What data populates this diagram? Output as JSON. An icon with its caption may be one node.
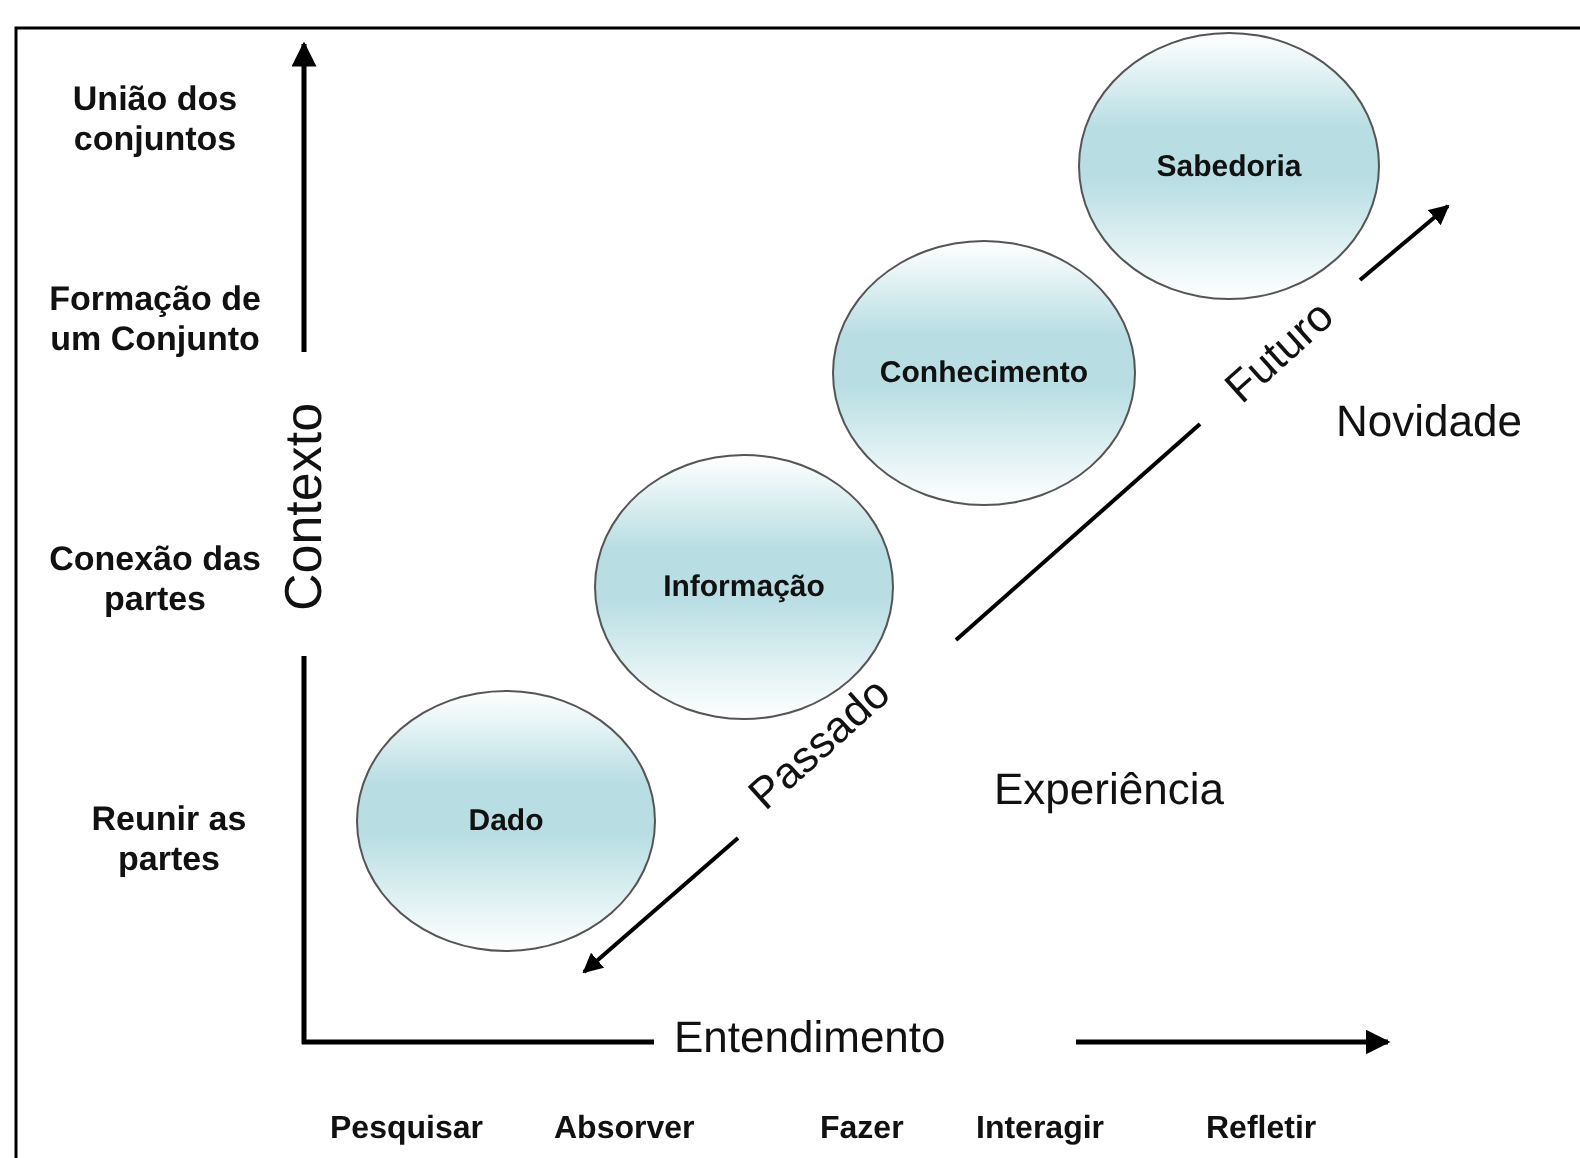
{
  "diagram": {
    "nodes": [
      {
        "text": [
          "Dado"
        ]
      },
      {
        "text": [
          "Informação"
        ]
      },
      {
        "text": [
          "Conhecimento"
        ]
      },
      {
        "text": [
          "Sabedoria"
        ]
      }
    ],
    "labels": [
      "União dos conjuntos",
      "Formação de um Conjunto",
      "Conexão das partes",
      "Reunir as partes",
      "Contexto",
      "Entendimento",
      "Pesquisar",
      "Absorver",
      "Fazer",
      "Interagir",
      "Refletir",
      "Passado",
      "Futuro",
      "Experiência",
      "Novidade"
    ]
  }
}
